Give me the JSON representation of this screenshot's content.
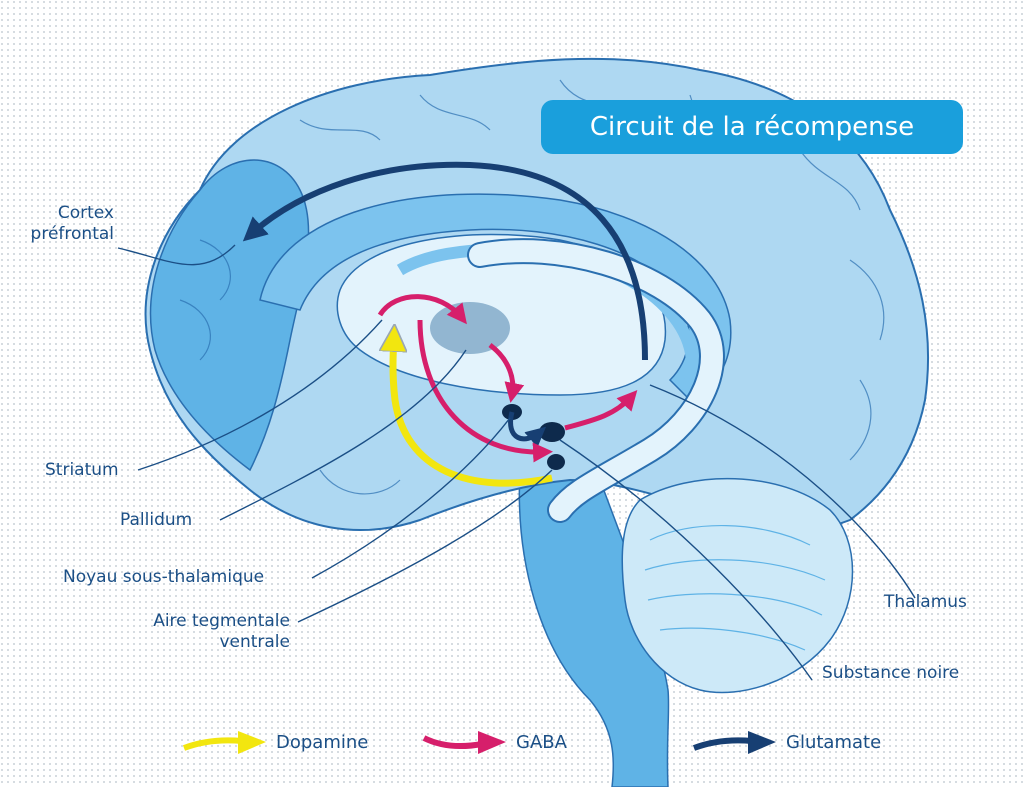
{
  "title": "Circuit de la récompense",
  "labels": {
    "cortex_prefrontal": [
      "Cortex",
      "préfrontal"
    ],
    "striatum": "Striatum",
    "pallidum": "Pallidum",
    "noyau_sous_thalamique": "Noyau sous-thalamique",
    "aire_tegmentale_ventrale": [
      "Aire tegmentale",
      "ventrale"
    ],
    "thalamus": "Thalamus",
    "substance_noire": "Substance noire"
  },
  "legend": [
    {
      "label": "Dopamine",
      "color": "#f2e60f"
    },
    {
      "label": "GABA",
      "color": "#d61f6b"
    },
    {
      "label": "Glutamate",
      "color": "#173f73"
    }
  ],
  "colors": {
    "brain_outer": "#aed8f2",
    "brain_cortex": "#5fb3e6",
    "brain_mid": "#7cc3ee",
    "outline": "#2a6fb0",
    "label_text": "#1b4f86",
    "title_bg": "#1a9fdc",
    "dot_pattern": "#b8c2cc"
  },
  "icons": [
    "arrow-dopamine-icon",
    "arrow-gaba-icon",
    "arrow-glutamate-icon"
  ]
}
